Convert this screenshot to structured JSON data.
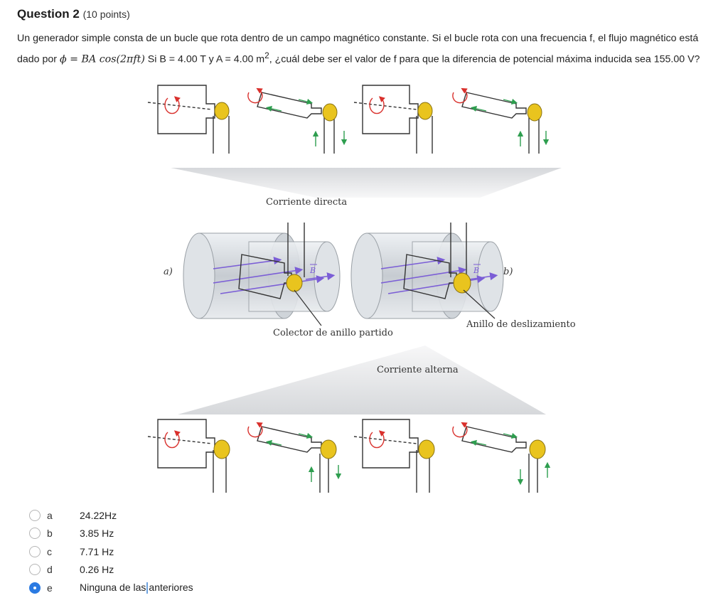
{
  "question": {
    "title": "Question 2",
    "points": "(10 points)",
    "text_part1": "Un generador simple consta de un bucle que rota dentro de un campo magnético constante. Si el bucle rota con una frecuencia f, el flujo magnético está dado por ",
    "formula": "ϕ = BA cos(2πft)",
    "text_part2": " Si B = 4.00 T y A = 4.00 m",
    "superscript": "2",
    "text_part3": ", ¿cuál debe ser el valor de f para que la diferencia de potencial máxima inducida sea 155.00 V?"
  },
  "figure": {
    "label_dc": "Corriente directa",
    "label_ac": "Corriente alterna",
    "label_a": "a)",
    "label_b": "b)",
    "label_split_ring": "Colector de anillo partido",
    "label_slip_ring": "Anillo de deslizamiento",
    "label_B": "B"
  },
  "options": [
    {
      "letter": "a",
      "text": "24.22Hz",
      "selected": false
    },
    {
      "letter": "b",
      "text": "3.85 Hz",
      "selected": false
    },
    {
      "letter": "c",
      "text": "7.71 Hz",
      "selected": false
    },
    {
      "letter": "d",
      "text": "0.26 Hz",
      "selected": false
    },
    {
      "letter": "e",
      "text_before": "Ninguna de las",
      "text_after": "anteriores",
      "selected": true
    }
  ],
  "colors": {
    "accent": "#2a7ae2",
    "arrow_red": "#d9302c",
    "arrow_green": "#2e9e4f",
    "field_purple": "#7b5ed6",
    "brush_yellow": "#e9c41e"
  }
}
